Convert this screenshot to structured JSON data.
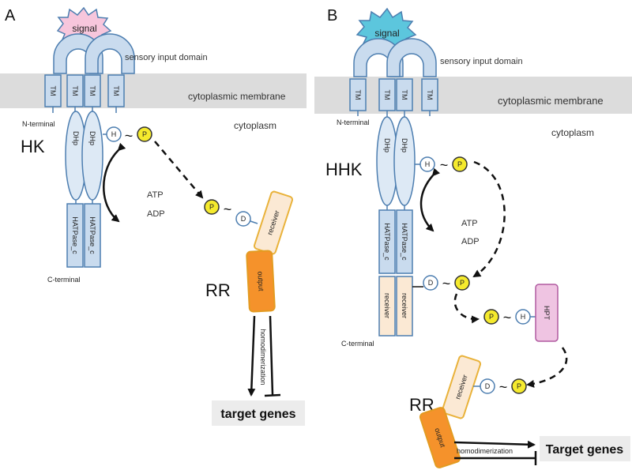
{
  "panelA": {
    "label": "A",
    "signal": "signal",
    "sensory": "sensory input domain",
    "membrane": "cytoplasmic membrane",
    "cytoplasm": "cytoplasm",
    "nterm": "N-terminal",
    "cterm": "C-terminal",
    "hk": "HK",
    "tm": "TM",
    "dhp": "DHp",
    "hatpase": "HATPase_c",
    "h": "H",
    "p": "P",
    "d": "D",
    "atp": "ATP",
    "adp": "ADP",
    "receiver": "receiver",
    "output": "output",
    "rr": "RR",
    "homodim": "homodimerization",
    "target": "target genes",
    "tilde": "~"
  },
  "panelB": {
    "label": "B",
    "signal": "signal",
    "sensory": "sensory input domain",
    "membrane": "cytoplasmic membrane",
    "cytoplasm": "cytoplasm",
    "nterm": "N-terminal",
    "cterm": "C-terminal",
    "hhk": "HHK",
    "tm": "TM",
    "dhp": "DHp",
    "hatpase": "HATPase_c",
    "receiver": "receiver",
    "h": "H",
    "p": "P",
    "d": "D",
    "atp": "ATP",
    "adp": "ADP",
    "hpt": "HPT",
    "rr": "RR",
    "output": "output",
    "homodim": "homodimerization",
    "target": "Target genes",
    "tilde": "~"
  },
  "colors": {
    "signalA": "#f7c6dc",
    "signalB": "#5cc6dd",
    "domain": "#c9dbee",
    "outline": "#4d7eb0",
    "phosphate": "#f5ea2d",
    "output": "#f5922b",
    "hpt": "#efc4e2"
  }
}
